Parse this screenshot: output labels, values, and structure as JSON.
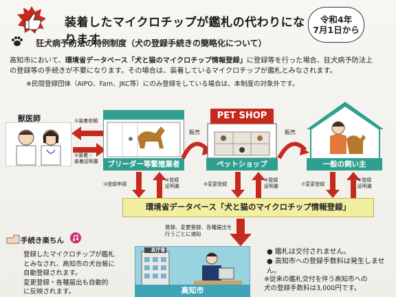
{
  "header": {
    "title": "装着したマイクロチップが鑑札の代わりになります",
    "date_line1": "令和4年",
    "date_line2": "7月1日から"
  },
  "section": {
    "subtitle": "狂犬病予防法の特例制度（犬の登録手続きの簡略化について）",
    "body_pre": "高知市において、",
    "body_bold": "環境省データベース「犬と猫のマイクロチップ情報登録」",
    "body_post1": "に登録等を行った場合、狂犬病予防法上",
    "body_line2": "の登録等の手続きが不要になります。その場合は、装着しているマイクロチップが鑑札とみなされます。",
    "note": "※民間登録団体（AIPO、Fam、JKC等）にのみ登録をしている場合は、本制度の対象外です。"
  },
  "flow": {
    "vet_label": "獣医師",
    "req1": "①装着依頼",
    "req2_line1": "②装着・",
    "req2_line2": "装着証明書",
    "breeder_label": "ブリーダー等繁殖業者",
    "shop_sign": "PET SHOP",
    "shop_label": "ペットショップ",
    "owner_label": "一般の飼い主",
    "sale1": "販売",
    "sale2": "販売",
    "step3": "③登録申請",
    "step4_line1": "④登録",
    "step4_line2": "証明書",
    "step5": "⑤変更登録",
    "step6_line1": "⑥登録",
    "step6_line2": "証明書",
    "step7": "⑦変更登録",
    "step8_line1": "⑧登録",
    "step8_line2": "証明書"
  },
  "database": {
    "banner": "環境省データベース「犬と猫のマイクロチップ情報登録」",
    "note_line1": "登録、変更登録、各種届出を",
    "note_line2": "行うごとに通知"
  },
  "easy": {
    "title": "手続き楽ちん",
    "line1": "登録したマイクロチップが鑑札",
    "line2": "とみなされ、高知市の犬台帳に",
    "line3": "自動登録されます。",
    "line4": "変更登録・各種届出も自動的",
    "line5": "に反映されます。"
  },
  "office": {
    "sign": "本庁舎",
    "label": "高知市"
  },
  "bullets": {
    "b1": "● 鑑札は交付されません。",
    "b2": "● 高知市への登録手数料は発生しません。",
    "note_line1": "※従来の鑑札交付を伴う高知市への",
    "note_line2": "犬の登録手数料は3,000円です。"
  },
  "colors": {
    "accent_red": "#c62a1e",
    "teal": "#2fa08f",
    "db_yellow": "#f2eea2",
    "office_blue": "#9ad3e0"
  }
}
